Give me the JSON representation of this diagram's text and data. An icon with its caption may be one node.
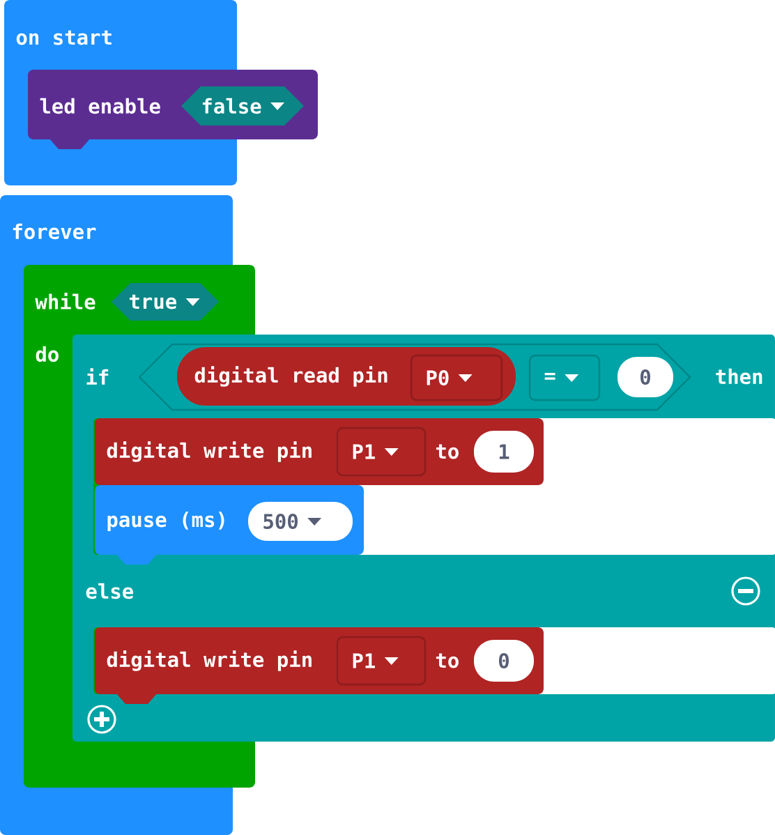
{
  "diagram": {
    "nodes": [
      {
        "text": [
          "on start"
        ]
      },
      {
        "text": [
          "led enable"
        ]
      },
      {
        "text": [
          "false"
        ],
        "in": 1
      },
      {
        "text": [
          "forever"
        ]
      },
      {
        "text": [
          "while"
        ]
      },
      {
        "text": [
          "true"
        ],
        "in": 4
      },
      {
        "text": [
          "if",
          "then",
          "else"
        ]
      },
      {
        "text": [],
        "shape": "hexagon",
        "in": 6
      },
      {
        "text": [
          "digital read pin"
        ],
        "in": 7
      },
      {
        "text": [
          "P0"
        ],
        "in": 8
      },
      {
        "text": [
          "="
        ],
        "in": 7
      },
      {
        "text": [
          "0"
        ],
        "in": 7
      },
      {
        "text": [
          "digital write pin",
          "to"
        ],
        "in": 6
      },
      {
        "text": [
          "P1"
        ],
        "in": 12
      },
      {
        "text": [
          "1"
        ],
        "in": 12
      },
      {
        "text": [
          "pause (ms)"
        ],
        "in": 6
      },
      {
        "text": [
          "500"
        ],
        "in": 15
      },
      {
        "text": [
          "digital write pin",
          "to"
        ],
        "in": 6
      },
      {
        "text": [
          "P1"
        ],
        "in": 17
      },
      {
        "text": [
          "0"
        ],
        "in": 17
      }
    ],
    "labels": [
      "do"
    ]
  }
}
